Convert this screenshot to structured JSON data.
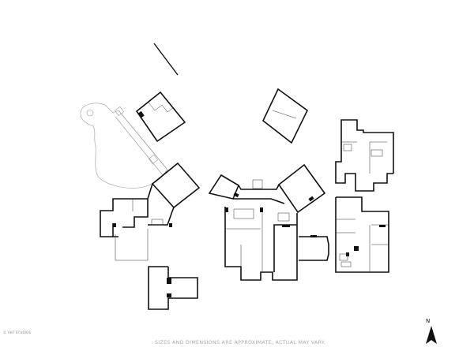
{
  "copyright": "© VHT STUDIOS",
  "disclaimer": "SIZES AND DIMENSIONS ARE APPROXIMATE, ACTUAL MAY VARY.",
  "compass": {
    "label": "N",
    "icon": "north-arrow-icon"
  },
  "colors": {
    "walls": "#111111",
    "text": "#aaaaaa"
  }
}
